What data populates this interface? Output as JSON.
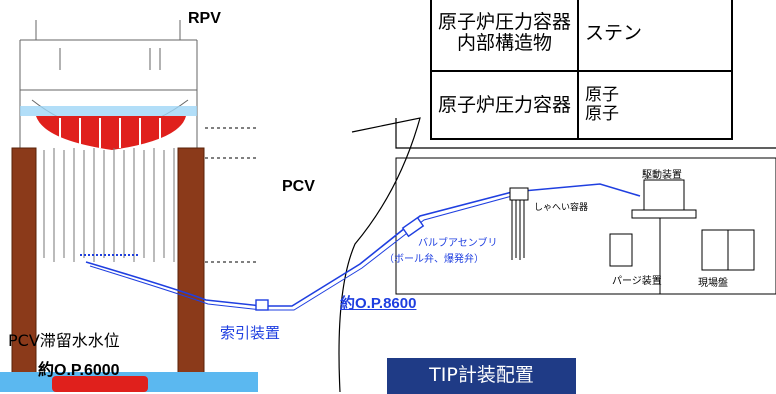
{
  "labels": {
    "rpv": "RPV",
    "pcv": "PCV",
    "valve_assembly": "バルブアセンブリ",
    "valve_detail": "（ボール弁、爆発弁）",
    "index_device": "索引装置",
    "op_8600": "約O.P.8600",
    "drive_device": "駆動装置",
    "shield_container": "しゃへい容器",
    "purge_device": "パージ装置",
    "field_panel": "現場盤",
    "water_level_title": "PCV滞留水水位",
    "water_level_value": "約O.P.6000",
    "tip_layout": "TIP計装配置"
  },
  "table": {
    "rows": [
      {
        "part": "原子炉圧力容器\n内部構造物",
        "material": "ステン"
      },
      {
        "part": "原子炉圧力容器",
        "material": "原子\n原子"
      }
    ]
  },
  "colors": {
    "pillar": "#8b3a1a",
    "water": "#5bb8f0",
    "tube": "#1f3fe0",
    "core_red": "#e0201c",
    "tip_box": "#1f3b86"
  }
}
